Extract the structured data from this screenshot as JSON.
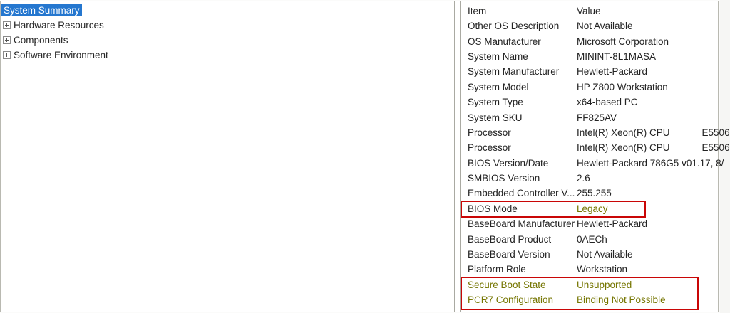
{
  "sidebar": {
    "items": [
      {
        "label": "System Summary",
        "selected": true,
        "expandable": false
      },
      {
        "label": "Hardware Resources",
        "selected": false,
        "expandable": true
      },
      {
        "label": "Components",
        "selected": false,
        "expandable": true
      },
      {
        "label": "Software Environment",
        "selected": false,
        "expandable": true
      }
    ]
  },
  "details": {
    "columns": [
      "Item",
      "Value"
    ],
    "rows": [
      {
        "item": "Other OS Description",
        "value": "Not Available"
      },
      {
        "item": "OS Manufacturer",
        "value": "Microsoft Corporation"
      },
      {
        "item": "System Name",
        "value": "MININT-8L1MASA"
      },
      {
        "item": "System Manufacturer",
        "value": "Hewlett-Packard"
      },
      {
        "item": "System Model",
        "value": "HP Z800 Workstation"
      },
      {
        "item": "System Type",
        "value": "x64-based PC"
      },
      {
        "item": "System SKU",
        "value": "FF825AV"
      },
      {
        "item": "Processor",
        "value": "Intel(R) Xeon(R) CPU            E5506"
      },
      {
        "item": "Processor",
        "value": "Intel(R) Xeon(R) CPU            E5506"
      },
      {
        "item": "BIOS Version/Date",
        "value": "Hewlett-Packard 786G5 v01.17, 8/"
      },
      {
        "item": "SMBIOS Version",
        "value": "2.6"
      },
      {
        "item": "Embedded Controller V...",
        "value": "255.255"
      },
      {
        "item": "BIOS Mode",
        "value": "Legacy",
        "value_highlight": true
      },
      {
        "item": "BaseBoard Manufacturer",
        "value": "Hewlett-Packard"
      },
      {
        "item": "BaseBoard Product",
        "value": "0AECh"
      },
      {
        "item": "BaseBoard Version",
        "value": "Not Available"
      },
      {
        "item": "Platform Role",
        "value": "Workstation"
      },
      {
        "item": "Secure Boot State",
        "value": "Unsupported",
        "row_highlight": true
      },
      {
        "item": "PCR7 Configuration",
        "value": "Binding Not Possible",
        "row_highlight": true
      }
    ]
  },
  "annotations": {
    "boxes": [
      {
        "name": "bios-mode-box",
        "rows": [
          "BIOS Mode"
        ]
      },
      {
        "name": "secure-boot-box",
        "rows": [
          "Secure Boot State",
          "PCR7 Configuration"
        ]
      }
    ],
    "box_color": "#c90606",
    "highlight_text_color": "#757500"
  },
  "colors": {
    "selection_blue": "#2577cf",
    "window_border": "#b9b9b1"
  }
}
